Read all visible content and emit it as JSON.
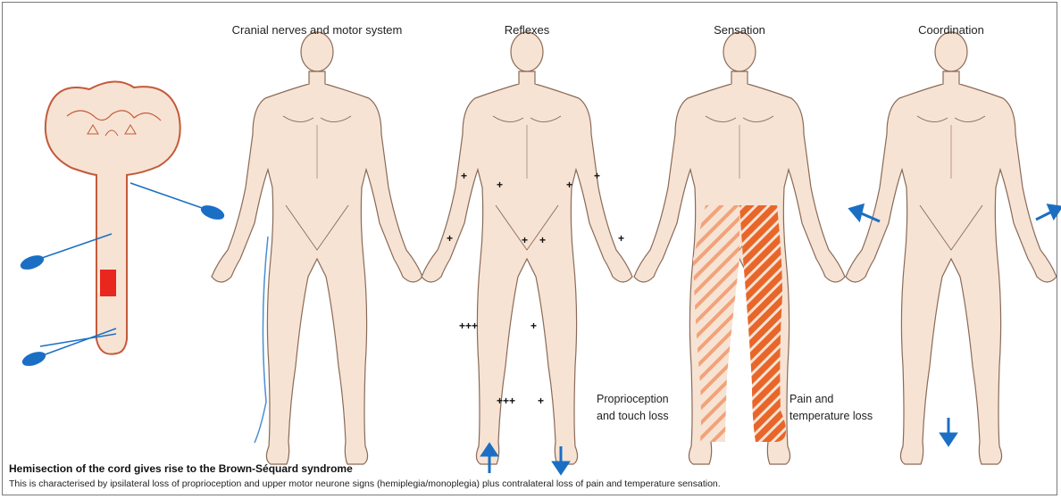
{
  "columns": {
    "cranial": "Cranial nerves and motor system",
    "reflexes": "Reflexes",
    "sensation": "Sensation",
    "coordination": "Coordination"
  },
  "notes": {
    "proprio_line1": "Proprioception",
    "proprio_line2": "and touch loss",
    "pain_line1": "Pain and",
    "pain_line2": "temperature loss"
  },
  "reflex_marks": {
    "left_shoulder": "+",
    "right_shoulder": "+",
    "left_biceps": "+",
    "right_biceps": "+",
    "left_wrist": "+",
    "right_wrist": "+",
    "left_abdominal": "+",
    "right_abdominal": "+",
    "left_knee": "+++",
    "right_knee": "+",
    "left_ankle": "+++",
    "right_ankle": "+"
  },
  "caption": {
    "title": "Hemisection of the cord gives rise to the Brown-Séquard syndrome",
    "text": "This is characterised by ipsilateral loss of proprioception and upper motor neurone signs (hemiplegia/monoplegia) plus contralateral loss of pain and temperature sensation."
  },
  "colors": {
    "skin": "#f7e3d3",
    "outline": "#8a6a58",
    "brain_outline": "#c45a3c",
    "lesion": "#e8271f",
    "probe": "#1a6fc4",
    "hatch": "#e8662a"
  }
}
